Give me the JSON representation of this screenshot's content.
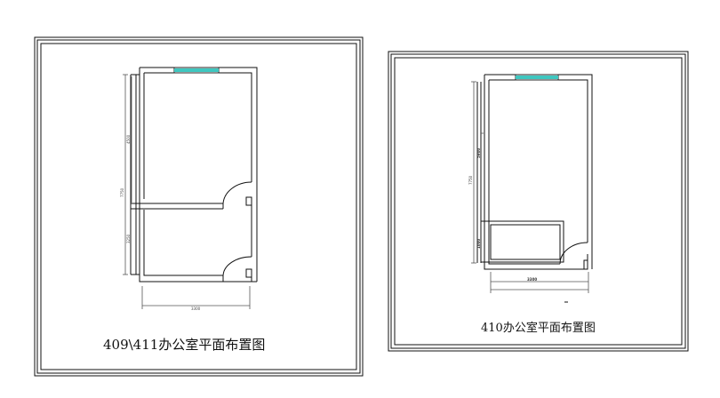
{
  "sheets": [
    {
      "caption": "409\\411办公室平面布置图",
      "dims": {
        "overall_height": "7750",
        "upper_room": "4500",
        "lower_room": "3250",
        "width": "3300"
      }
    },
    {
      "caption": "410办公室平面布置图",
      "dims": {
        "height": "5900",
        "overall_height": "7750",
        "cabinet": "1000",
        "width": "3300"
      }
    }
  ],
  "colors": {
    "line": "#111111",
    "window": "#3ec7c0",
    "dim_line": "#555555",
    "paper": "#ffffff"
  }
}
